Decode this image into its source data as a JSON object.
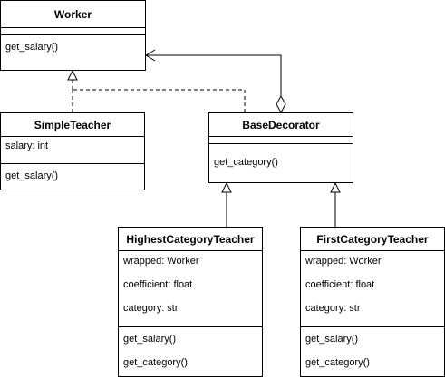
{
  "diagram": {
    "classes": {
      "worker": {
        "name": "Worker",
        "attributes": [],
        "operations": [
          "get_salary()"
        ]
      },
      "simple_teacher": {
        "name": "SimpleTeacher",
        "attributes": [
          "salary: int"
        ],
        "operations": [
          "get_salary()"
        ]
      },
      "base_decorator": {
        "name": "BaseDecorator",
        "attributes": [],
        "operations": [
          "get_category()"
        ]
      },
      "highest_category_teacher": {
        "name": "HighestCategoryTeacher",
        "attributes": [
          "wrapped: Worker",
          "coefficient: float",
          "category: str"
        ],
        "operations": [
          "get_salary()",
          "get_category()"
        ]
      },
      "first_category_teacher": {
        "name": "FirstCategoryTeacher",
        "attributes": [
          "wrapped: Worker",
          "coefficient: float",
          "category: str"
        ],
        "operations": [
          "get_salary()",
          "get_category()"
        ]
      }
    },
    "relationships": [
      {
        "from": "SimpleTeacher",
        "to": "Worker",
        "type": "realization"
      },
      {
        "from": "BaseDecorator",
        "to": "Worker",
        "type": "realization"
      },
      {
        "from": "BaseDecorator",
        "to": "Worker",
        "type": "aggregation"
      },
      {
        "from": "HighestCategoryTeacher",
        "to": "BaseDecorator",
        "type": "inheritance"
      },
      {
        "from": "FirstCategoryTeacher",
        "to": "BaseDecorator",
        "type": "inheritance"
      }
    ]
  }
}
